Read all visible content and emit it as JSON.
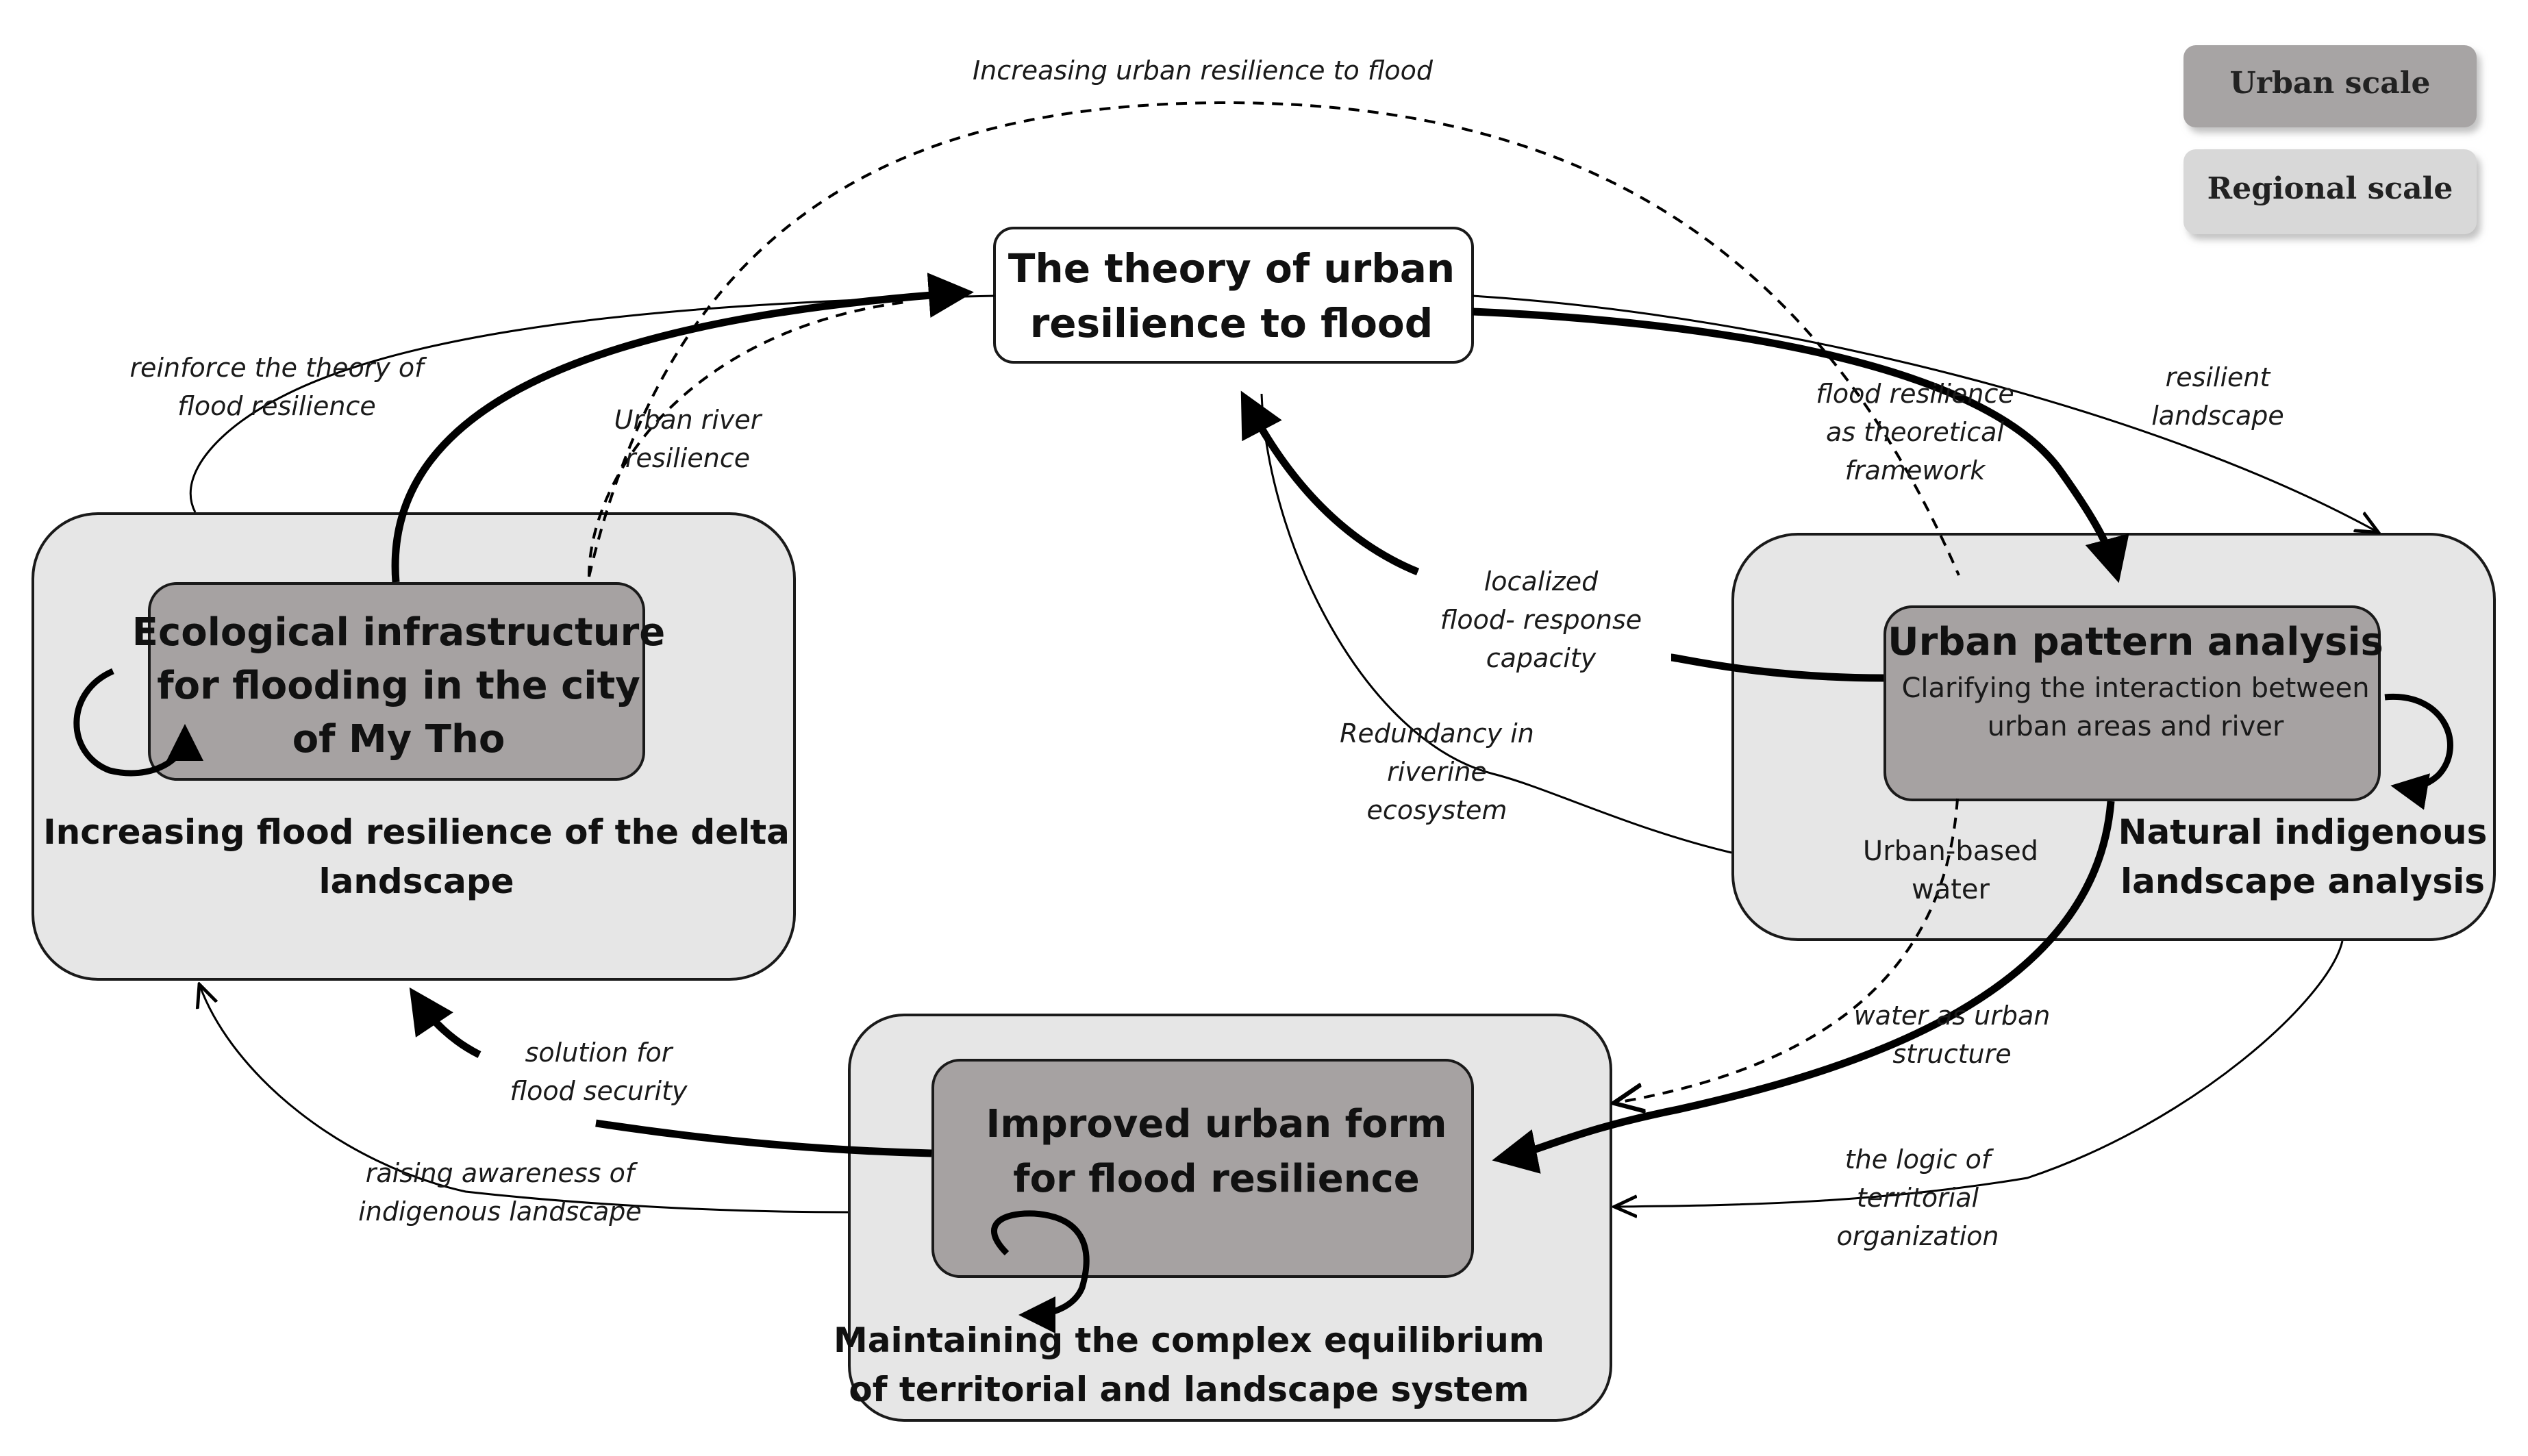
{
  "legend": {
    "urban": "Urban scale",
    "regional": "Regional scale",
    "urban_color": "#a7a4a4",
    "regional_color": "#d8d8d8"
  },
  "center": {
    "line1": "The theory of urban",
    "line2": "resilience to flood"
  },
  "left": {
    "inner_line1": "Ecological infrastructure",
    "inner_line2": "for flooding in the city",
    "inner_line3": "of My Tho",
    "outer_line1": "Increasing flood resilience of the delta",
    "outer_line2": "landscape"
  },
  "right": {
    "inner_title": "Urban pattern analysis",
    "inner_sub1": "Clarifying the interaction between",
    "inner_sub2": "urban areas and river",
    "outer_line1": "Natural indigenous",
    "outer_line2": "landscape analysis"
  },
  "bottom": {
    "inner_line1": "Improved urban form",
    "inner_line2": "for flood resilience",
    "outer_line1": "Maintaining the complex equilibrium",
    "outer_line2": "of territorial and landscape system"
  },
  "labels": {
    "top_dashed": "Increasing urban resilience to flood",
    "reinforce_1": "reinforce the theory of",
    "reinforce_2": "flood resilience",
    "urban_river_1": "Urban river",
    "urban_river_2": "resilience",
    "flood_res_1": "flood resilience",
    "flood_res_2": "as theoretical",
    "flood_res_3": "framework",
    "resilient_1": "resilient",
    "resilient_2": "landscape",
    "localized_1": "localized",
    "localized_2": "flood- response",
    "localized_3": "capacity",
    "redundancy_1": "Redundancy in",
    "redundancy_2": "riverine",
    "redundancy_3": "ecosystem",
    "urban_based_1": "Urban-based",
    "urban_based_2": "water",
    "water_1": "water as urban",
    "water_2": "structure",
    "solution_1": "solution for",
    "solution_2": "flood security",
    "raising_1": "raising awareness of",
    "raising_2": "indigenous landscape",
    "logic_1": "the logic of",
    "logic_2": "territorial",
    "logic_3": "organization"
  }
}
